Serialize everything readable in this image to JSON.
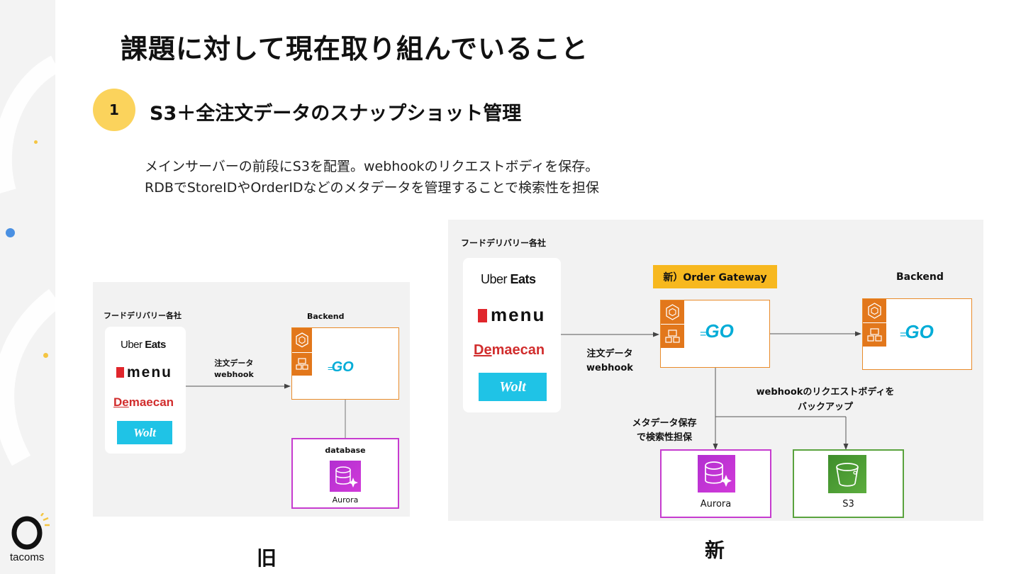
{
  "title": "課題に対して現在取り組んでいること",
  "section": {
    "number": "1",
    "title": "S3＋全注文データのスナップショット管理"
  },
  "description": {
    "line1": "メインサーバーの前段にS3を配置。webhookのリクエストボディを保存。",
    "line2": "RDBでStoreIDやOrderIDなどのメタデータを管理することで検索性を担保"
  },
  "old_diagram": {
    "delivery_label": "フードデリバリー各社",
    "backend_label": "Backend",
    "arrow_label_1": "注文データ",
    "arrow_label_2": "webhook",
    "database_label": "database",
    "aurora_label": "Aurora",
    "caption": "旧"
  },
  "new_diagram": {
    "delivery_label": "フードデリバリー各社",
    "gateway_label": "新）Order Gateway",
    "backend_label": "Backend",
    "arrow_label_1": "注文データ",
    "arrow_label_2": "webhook",
    "backup_label_1": "webhookのリクエストボディを",
    "backup_label_2": "バックアップ",
    "meta_label_1": "メタデータ保存",
    "meta_label_2": "で検索性担保",
    "aurora_label": "Aurora",
    "s3_label": "S3",
    "caption": "新"
  },
  "logos": {
    "uber_1": "Uber",
    "uber_2": "Eats",
    "menu": "menu",
    "demaecan_1": "De",
    "demaecan_2": "maecan",
    "wolt": "Wolt",
    "go": "GO"
  },
  "brand": {
    "name": "tacoms"
  },
  "colors": {
    "accent_yellow": "#fbd35c",
    "gateway_yellow": "#f7b81f",
    "backend_orange": "#e98b2a",
    "aurora_purple": "#c63ccf",
    "s3_green": "#5aa33e",
    "go_blue": "#00acd7"
  }
}
